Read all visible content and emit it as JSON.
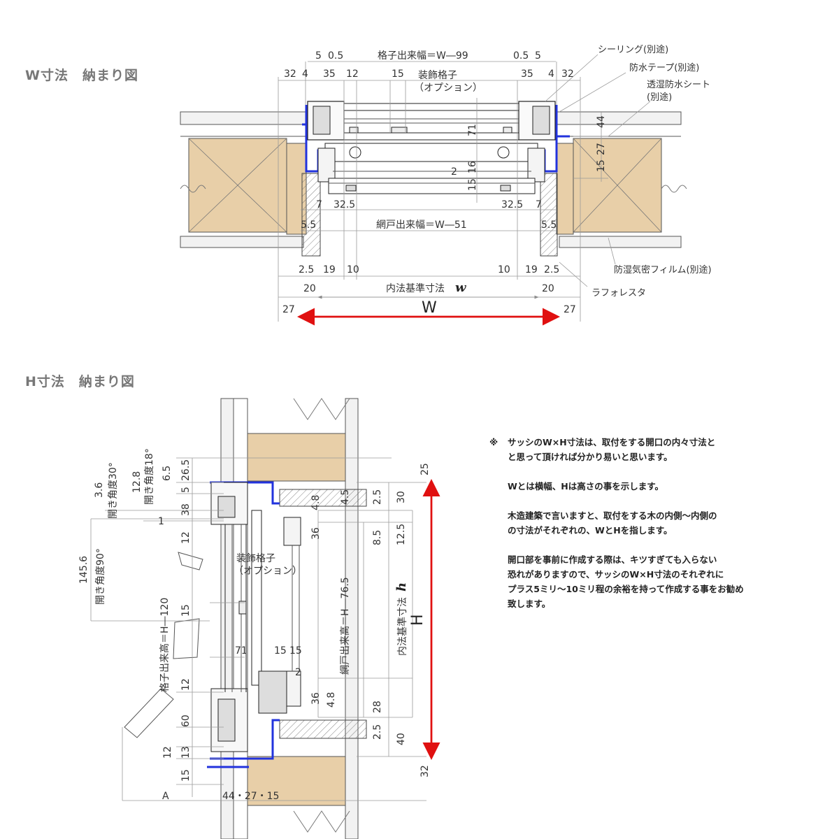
{
  "titles": {
    "w": "W寸法　納まり図",
    "h": "H寸法　納まり図"
  },
  "w_section": {
    "labels": {
      "lattice_width": "格子出来幅＝W―99",
      "screen_width": "網戸出来幅＝W―51",
      "inner_ref": "内法基準寸法",
      "inner_ref_symbol": "w",
      "big_w": "W",
      "lattice_option_1": "装飾格子",
      "lattice_option_2": "（オプション）",
      "sealing": "シーリング(別途)",
      "waterproof_tape": "防水テープ(別途)",
      "moisture_sheet_1": "透湿防水シート",
      "moisture_sheet_2": "(別途)",
      "vapor_film": "防湿気密フィルム(別途)",
      "lafore": "ラフォレスタ"
    },
    "top_dims_left": [
      "5",
      "0.5",
      "32",
      "4",
      "35",
      "12",
      "15"
    ],
    "top_dims_right": [
      "0.5",
      "5",
      "35",
      "4",
      "32"
    ],
    "vertical_dims": [
      "44",
      "27",
      "15",
      "71",
      "16",
      "15",
      "2"
    ],
    "mid_dims": [
      "7",
      "32.5",
      "32.5",
      "7",
      "5.5",
      "5.5"
    ],
    "bottom_dims": [
      "2.5",
      "19",
      "10",
      "10",
      "19",
      "2.5",
      "20",
      "20",
      "27",
      "27"
    ]
  },
  "h_section": {
    "labels": {
      "lattice_option_1": "装飾格子",
      "lattice_option_2": "（オプション）",
      "angle30": "開き角度30°",
      "angle18": "開き角度18°",
      "angle90": "開き角度90°",
      "lattice_height": "格子出来高＝H―120",
      "screen_height": "網戸出来高＝H―76.5",
      "inner_ref": "内法基準寸法",
      "inner_ref_symbol": "h",
      "big_h": "H",
      "a": "A",
      "bottom_dims": "44・27・15"
    },
    "left_dims": [
      "3.6",
      "12.8",
      "6.5",
      "26.5",
      "5",
      "38",
      "1",
      "145.6",
      "12",
      "15",
      "12",
      "60",
      "12",
      "13",
      "15"
    ],
    "inner_dims": [
      "4.8",
      "4.5",
      "2.5",
      "30",
      "36",
      "8.5",
      "12.5",
      "71",
      "15",
      "15",
      "2",
      "36",
      "4.8",
      "28",
      "2.5",
      "40"
    ],
    "right_dims": [
      "25",
      "32"
    ]
  },
  "note": {
    "mark": "※",
    "lines": [
      [
        "サッシのW×H寸法は、取付をする開口の内々寸法と",
        "と思って頂ければ分かり易いと思います。"
      ],
      [
        "Wとは横幅、Hは高さの事を示します。"
      ],
      [
        "木造建築で言いますと、取付をする木の内側～内側の",
        "の寸法がそれぞれの、WとHを指します。"
      ],
      [
        "開口部を事前に作成する際は、キツすぎても入らない",
        "恐れがありますので、サッシのW×H寸法のそれぞれに",
        "プラス5ミリ～10ミリ程の余裕を持って作成する事をお勧め",
        "致します。"
      ]
    ]
  },
  "colors": {
    "frame_blue": "#2233dd",
    "arrow_red": "#e01010",
    "wood": "#e8cfa8",
    "dim_line": "#9a9a9a"
  }
}
